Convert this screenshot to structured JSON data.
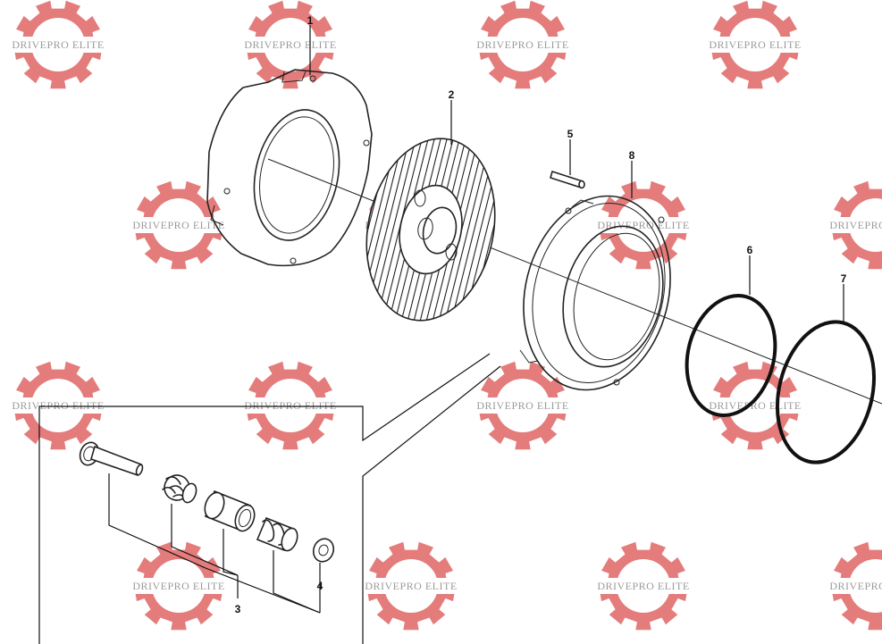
{
  "watermark": {
    "text": "DRIVEPRO ELITE",
    "color": "#e06666",
    "icon": "gear-icon"
  },
  "callouts": {
    "c1": "1",
    "c2": "2",
    "c3": "3",
    "c4": "4",
    "c5": "5",
    "c6": "6",
    "c7": "7",
    "c8": "8"
  },
  "colors": {
    "line": "#222222",
    "background": "#ffffff"
  }
}
